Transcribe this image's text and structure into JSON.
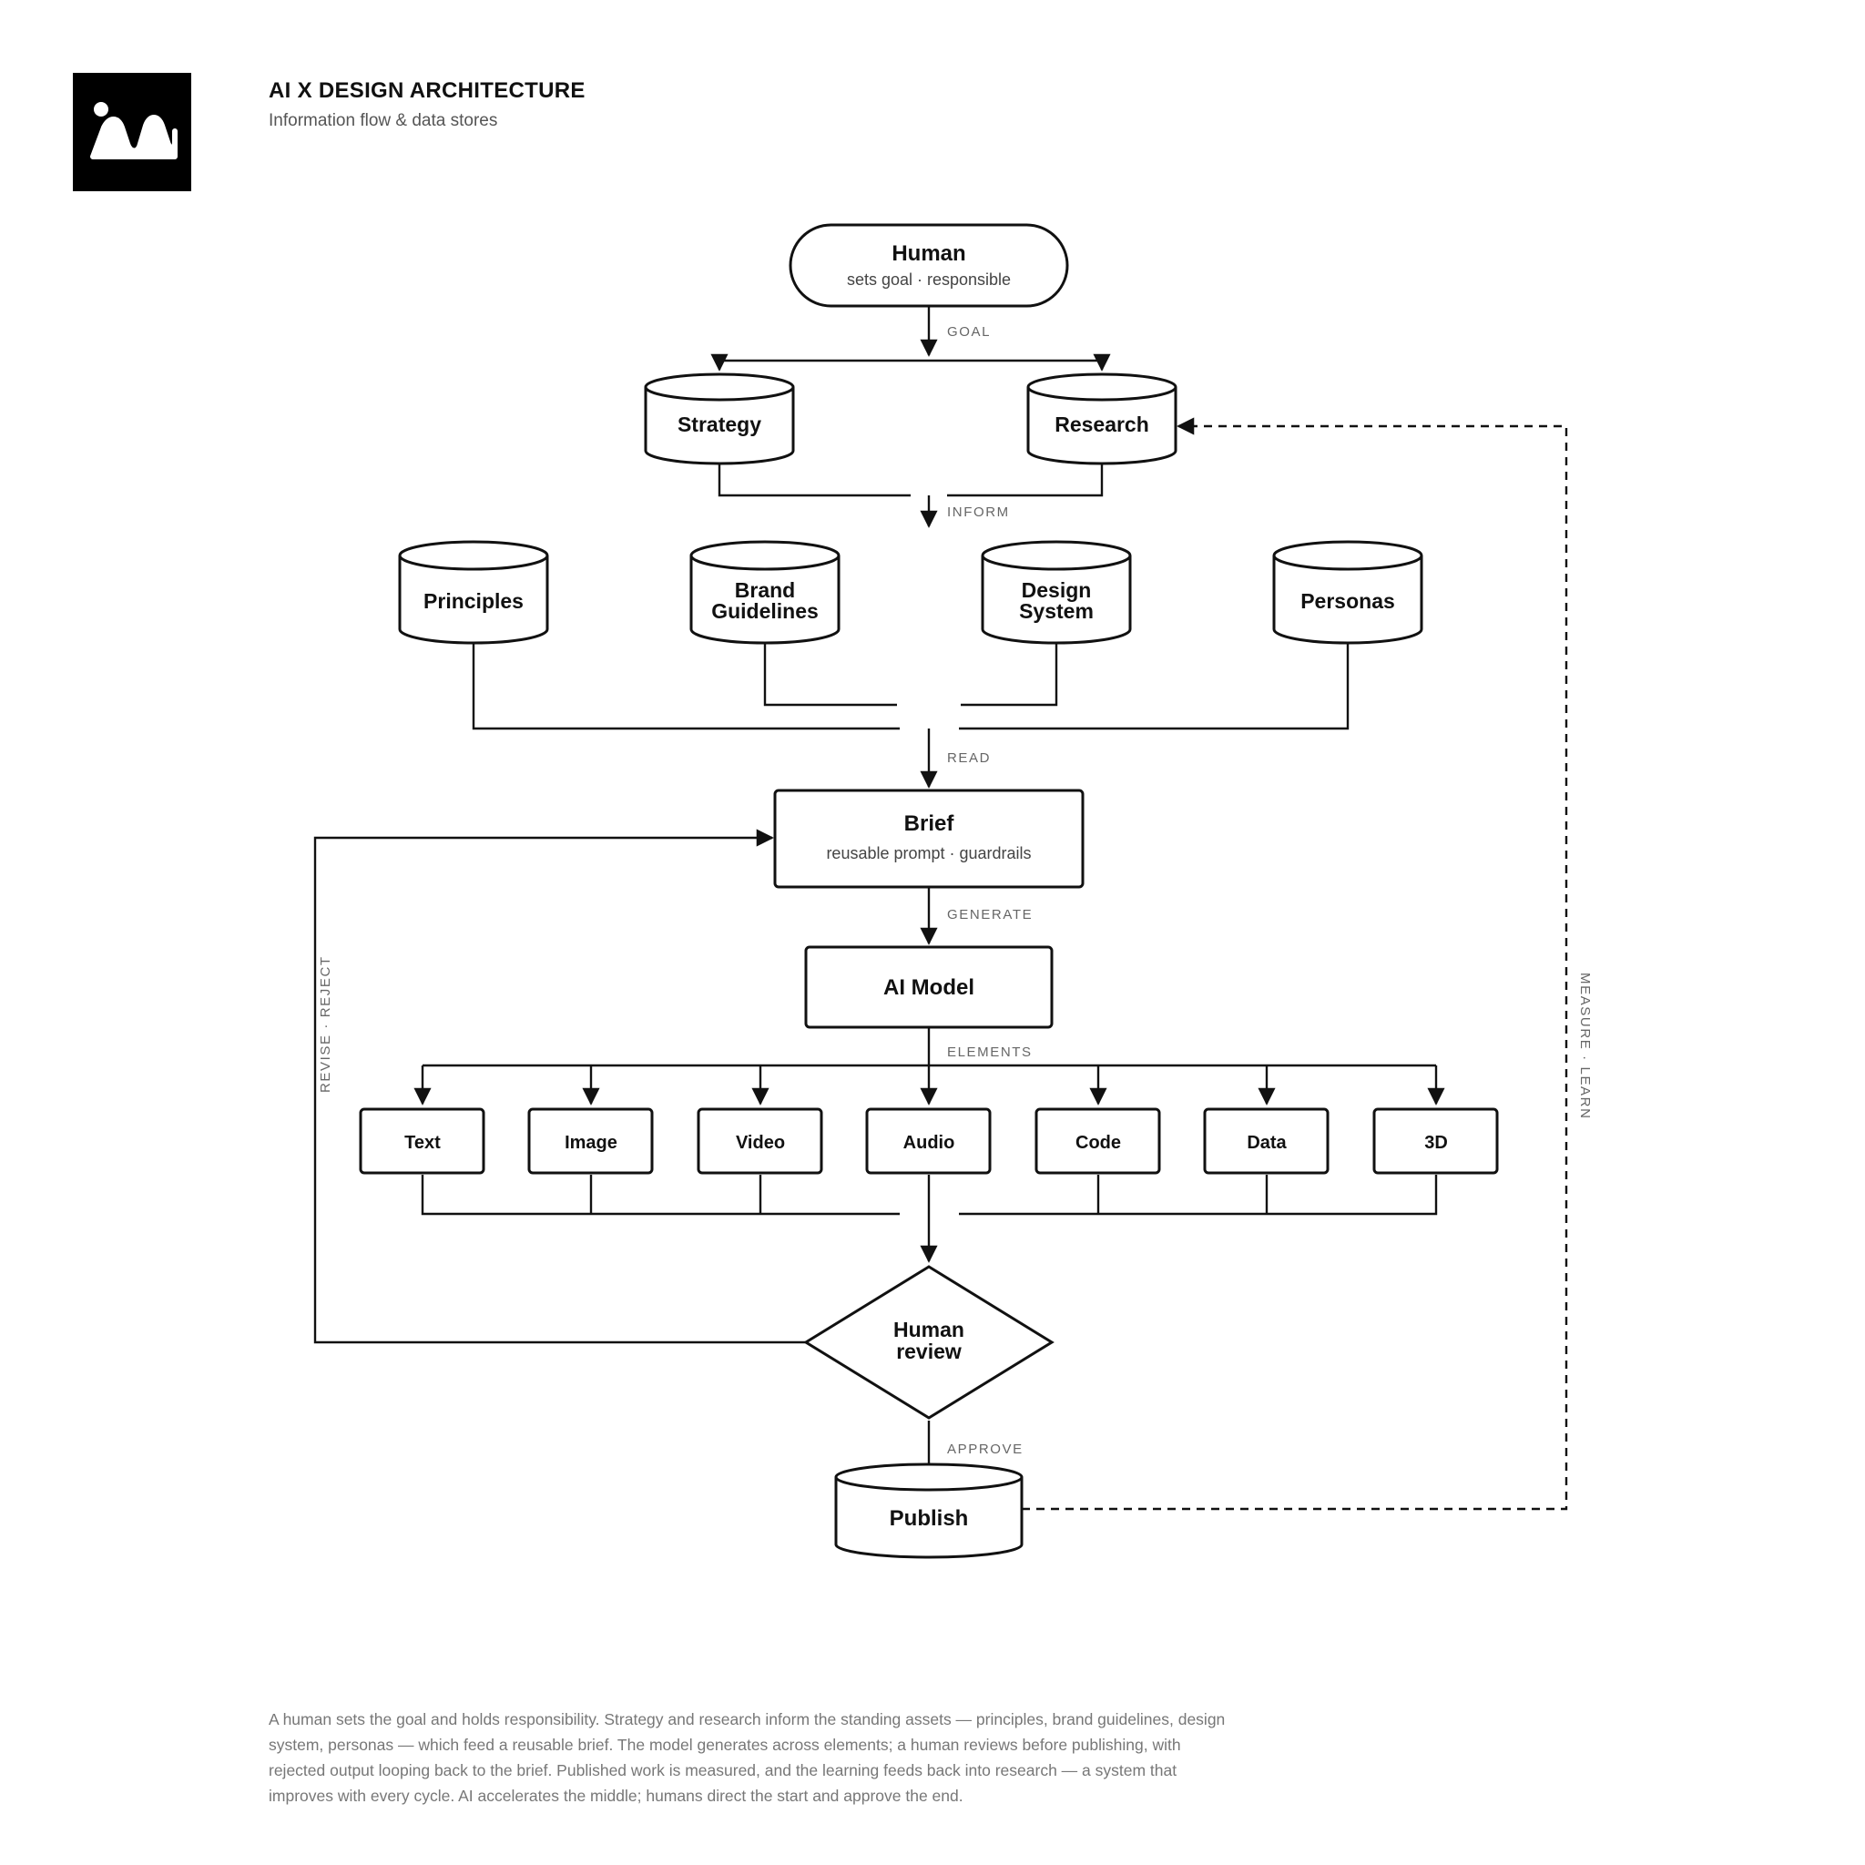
{
  "header": {
    "title": "AI X DESIGN ARCHITECTURE",
    "subtitle": "Information flow & data stores"
  },
  "nodes": {
    "human": {
      "title": "Human",
      "sub": "sets goal · responsible"
    },
    "strategy": {
      "title": "Strategy"
    },
    "research": {
      "title": "Research"
    },
    "principles": {
      "title": "Principles"
    },
    "brand": {
      "line1": "Brand",
      "line2": "Guidelines"
    },
    "design_system": {
      "line1": "Design",
      "line2": "System"
    },
    "personas": {
      "title": "Personas"
    },
    "brief": {
      "title": "Brief",
      "sub": "reusable prompt · guardrails"
    },
    "ai_model": {
      "title": "AI Model"
    },
    "elements": [
      "Text",
      "Image",
      "Video",
      "Audio",
      "Code",
      "Data",
      "3D"
    ],
    "review": {
      "line1": "Human",
      "line2": "review"
    },
    "publish": {
      "title": "Publish"
    }
  },
  "edges": {
    "goal": "GOAL",
    "inform": "INFORM",
    "read": "READ",
    "generate": "GENERATE",
    "elements": "ELEMENTS",
    "approve": "APPROVE",
    "revise": "REVISE · REJECT",
    "measure": "MEASURE · LEARN"
  },
  "caption": "A human sets the goal and holds responsibility. Strategy and research inform the standing assets — principles, brand guidelines, design system, personas — which feed a reusable brief. The model generates across elements; a human reviews before publishing, with rejected output looping back to the brief. Published work is measured, and the learning feeds back into research — a system that improves with every cycle. AI accelerates the middle; humans direct the start and approve the end."
}
